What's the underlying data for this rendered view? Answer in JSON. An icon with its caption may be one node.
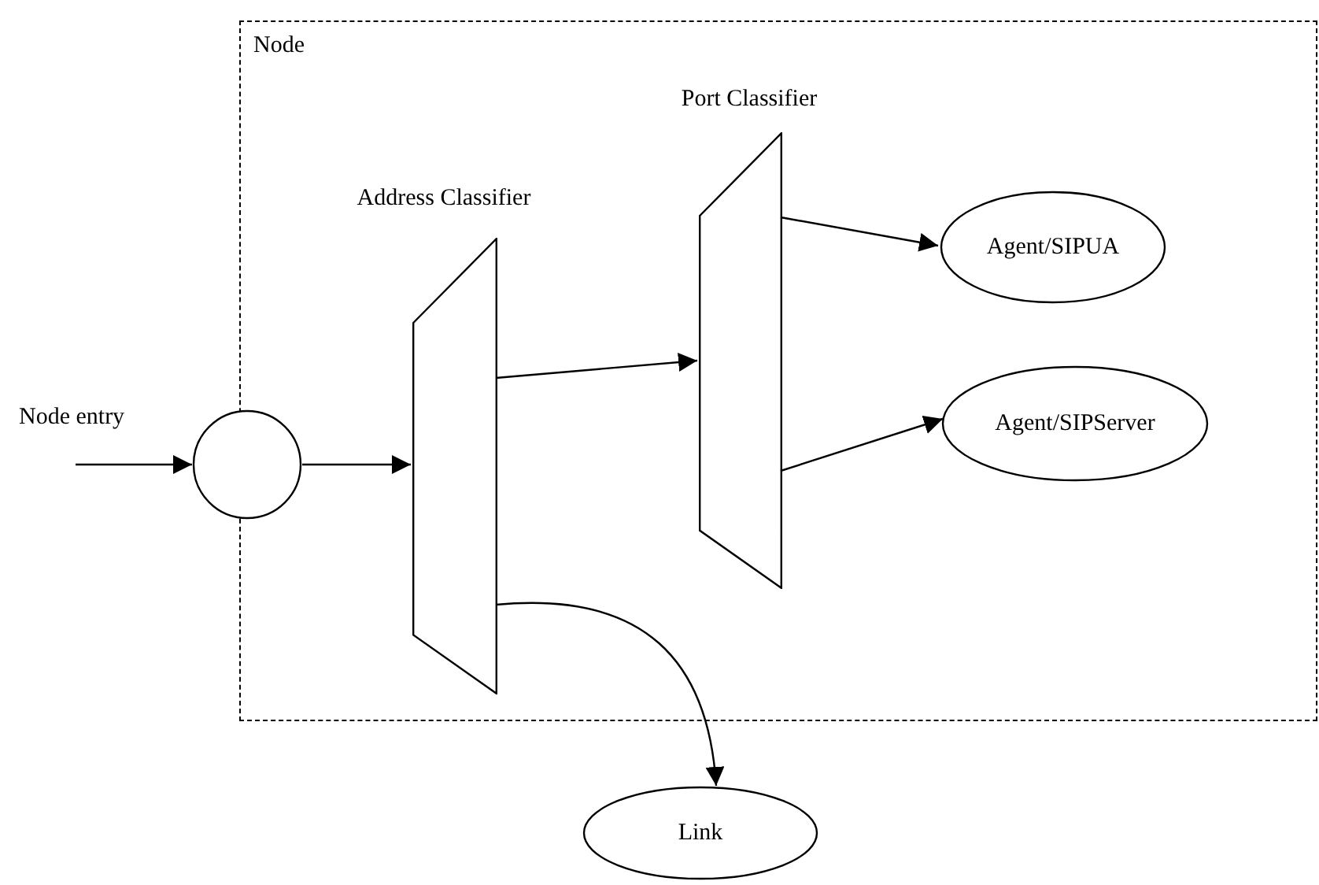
{
  "diagram": {
    "nodes": [
      {
        "text": [
          "Node"
        ]
      },
      {
        "text": [],
        "shape": "circle"
      },
      {
        "text": [
          "Address Classifier"
        ],
        "in": 0
      },
      {
        "text": [
          "Port Classifier"
        ],
        "in": 0
      },
      {
        "text": [
          "Agent/SIPUA"
        ],
        "in": 0
      },
      {
        "text": [
          "Agent/SIPServer"
        ],
        "in": 0
      },
      {
        "text": [
          "Link"
        ]
      }
    ],
    "edges": [
      {
        "from": null,
        "to": 1,
        "arrow": "to",
        "label": "Node entry"
      },
      {
        "from": 1,
        "to": 2,
        "arrow": "to"
      },
      {
        "from": 2,
        "to": 3,
        "arrow": "to"
      },
      {
        "from": 3,
        "to": 4,
        "arrow": "to"
      },
      {
        "from": 3,
        "to": 5,
        "arrow": "to"
      },
      {
        "from": 2,
        "to": 6,
        "arrow": "to"
      }
    ]
  }
}
